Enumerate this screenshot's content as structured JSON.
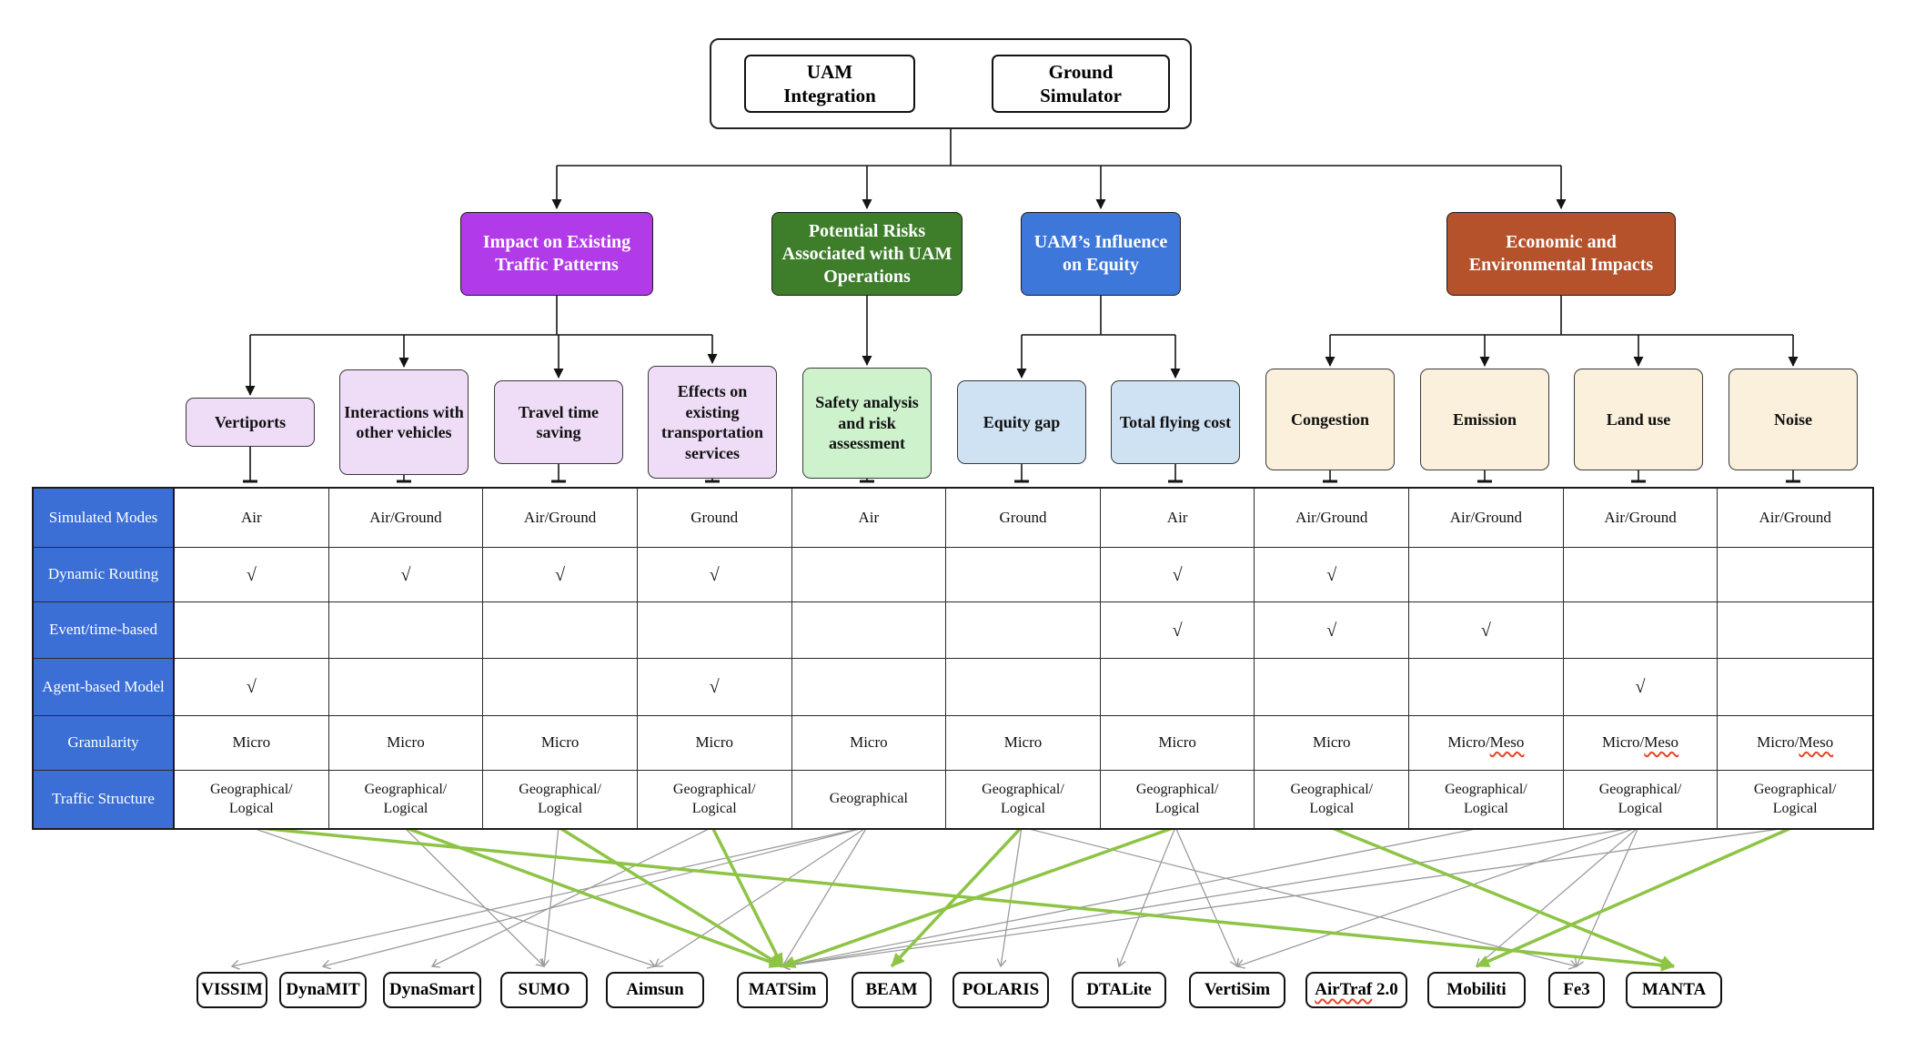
{
  "root": {
    "left_label": "UAM Integration",
    "right_label": "Ground Simulator"
  },
  "categories": [
    {
      "label": "Impact on Existing Traffic Patterns",
      "color": "#B23BE9",
      "text_color": "#FFFFFF",
      "children": [
        0,
        1,
        2,
        3
      ]
    },
    {
      "label": "Potential Risks Associated with UAM Operations",
      "color": "#3E7E2B",
      "text_color": "#FFFFFF",
      "children": [
        4
      ]
    },
    {
      "label": "UAM’s Influence on Equity",
      "color": "#3C77D9",
      "text_color": "#FFFFFF",
      "children": [
        5,
        6
      ]
    },
    {
      "label": "Economic and Environmental Impacts",
      "color": "#B5512B",
      "text_color": "#FFFFFF",
      "children": [
        7,
        8,
        9,
        10
      ]
    }
  ],
  "subtopics": [
    {
      "label": "Vertiports",
      "color": "#EFDDF8"
    },
    {
      "label": "Interactions with other vehicles",
      "color": "#EFDDF8"
    },
    {
      "label": "Travel time saving",
      "color": "#EFDDF8"
    },
    {
      "label": "Effects on existing transportation services",
      "color": "#EFDDF8"
    },
    {
      "label": "Safety analysis and risk assessment",
      "color": "#CDF2CC"
    },
    {
      "label": "Equity gap",
      "color": "#CFE2F4"
    },
    {
      "label": "Total flying cost",
      "color": "#CFE2F4"
    },
    {
      "label": "Congestion",
      "color": "#FAF0DB"
    },
    {
      "label": "Emission",
      "color": "#FAF0DB"
    },
    {
      "label": "Land use",
      "color": "#FAF0DB"
    },
    {
      "label": "Noise",
      "color": "#FAF0DB"
    }
  ],
  "table": {
    "header_bg": "#3B6FD6",
    "check_glyph": "√",
    "row_headers": [
      "Simulated Modes",
      "Dynamic Routing",
      "Event/time-based",
      "Agent-based Model",
      "Granularity",
      "Traffic Structure"
    ],
    "columns": [
      {
        "subtopic": "Vertiports",
        "mode": "Air",
        "dynamic": true,
        "event": false,
        "agent": true,
        "granularity": "Micro",
        "traffic": "Geographical/Logical"
      },
      {
        "subtopic": "Interactions with other vehicles",
        "mode": "Air/Ground",
        "dynamic": true,
        "event": false,
        "agent": false,
        "granularity": "Micro",
        "traffic": "Geographical/Logical"
      },
      {
        "subtopic": "Travel time saving",
        "mode": "Air/Ground",
        "dynamic": true,
        "event": false,
        "agent": false,
        "granularity": "Micro",
        "traffic": "Geographical/Logical"
      },
      {
        "subtopic": "Effects on existing transportation services",
        "mode": "Ground",
        "dynamic": true,
        "event": false,
        "agent": true,
        "granularity": "Micro",
        "traffic": "Geographical/Logical"
      },
      {
        "subtopic": "Safety analysis and risk assessment",
        "mode": "Air",
        "dynamic": false,
        "event": false,
        "agent": false,
        "granularity": "Micro",
        "traffic": "Geographical"
      },
      {
        "subtopic": "Equity gap",
        "mode": "Ground",
        "dynamic": false,
        "event": false,
        "agent": false,
        "granularity": "Micro",
        "traffic": "Geographical/Logical"
      },
      {
        "subtopic": "Total flying cost",
        "mode": "Air",
        "dynamic": true,
        "event": true,
        "agent": false,
        "granularity": "Micro",
        "traffic": "Geographical/Logical"
      },
      {
        "subtopic": "Congestion",
        "mode": "Air/Ground",
        "dynamic": true,
        "event": true,
        "agent": false,
        "granularity": "Micro",
        "traffic": "Geographical/Logical"
      },
      {
        "subtopic": "Emission",
        "mode": "Air/Ground",
        "dynamic": false,
        "event": true,
        "agent": false,
        "granularity": "Micro/Meso",
        "traffic": "Geographical/Logical"
      },
      {
        "subtopic": "Land use",
        "mode": "Air/Ground",
        "dynamic": false,
        "event": false,
        "agent": true,
        "granularity": "Micro/Meso",
        "traffic": "Geographical/Logical"
      },
      {
        "subtopic": "Noise",
        "mode": "Air/Ground",
        "dynamic": false,
        "event": false,
        "agent": false,
        "granularity": "Micro/Meso",
        "traffic": "Geographical/Logical"
      }
    ]
  },
  "simulators": [
    "VISSIM",
    "DynaMIT",
    "DynaSmart",
    "SUMO",
    "Aimsun",
    "MATSim",
    "BEAM",
    "POLARIS",
    "DTALite",
    "VertiSim",
    "AirTraf 2.0",
    "Mobiliti",
    "Fe3",
    "MANTA"
  ],
  "edges": {
    "green": [
      [
        0,
        13
      ],
      [
        1,
        5
      ],
      [
        2,
        5
      ],
      [
        3,
        5
      ],
      [
        6,
        5
      ],
      [
        5,
        6
      ],
      [
        7,
        13
      ],
      [
        10,
        11
      ]
    ],
    "gray": [
      [
        4,
        0
      ],
      [
        4,
        1
      ],
      [
        3,
        2
      ],
      [
        1,
        3
      ],
      [
        2,
        3
      ],
      [
        4,
        4
      ],
      [
        0,
        4
      ],
      [
        4,
        5
      ],
      [
        8,
        5
      ],
      [
        9,
        5
      ],
      [
        10,
        5
      ],
      [
        5,
        7
      ],
      [
        6,
        8
      ],
      [
        6,
        9
      ],
      [
        9,
        9
      ],
      [
        9,
        11
      ],
      [
        9,
        12
      ],
      [
        5,
        12
      ]
    ]
  },
  "colors": {
    "green_edge": "#8DC445",
    "gray_edge": "#9C9C9C",
    "line": "#141414",
    "wavy_underline": "#E8442A"
  }
}
